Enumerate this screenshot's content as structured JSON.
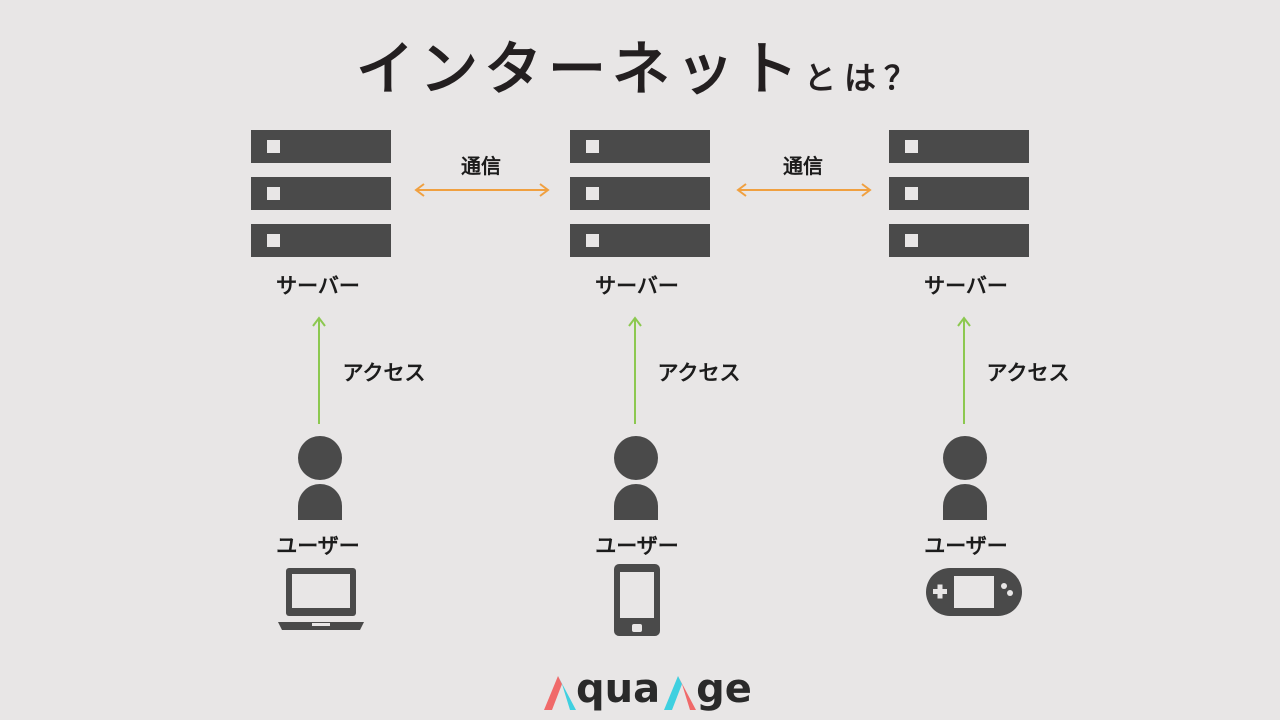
{
  "title": {
    "main": "インターネット",
    "suffix": "とは？"
  },
  "links": [
    {
      "label": "通信"
    },
    {
      "label": "通信"
    }
  ],
  "columns": [
    {
      "server_label": "サーバー",
      "access_label": "アクセス",
      "user_label": "ユーザー",
      "device": "laptop-icon"
    },
    {
      "server_label": "サーバー",
      "access_label": "アクセス",
      "user_label": "ユーザー",
      "device": "smartphone-icon"
    },
    {
      "server_label": "サーバー",
      "access_label": "アクセス",
      "user_label": "ユーザー",
      "device": "game-console-icon"
    }
  ],
  "colors": {
    "server": "#4a4a4a",
    "background": "#e8e6e6",
    "communication_arrow": "#f0a040",
    "access_arrow": "#8cc850",
    "logo_cyan": "#3fd0e0",
    "logo_red": "#f06a6a"
  },
  "logo": {
    "text_left": "qua",
    "text_right": "ge"
  }
}
